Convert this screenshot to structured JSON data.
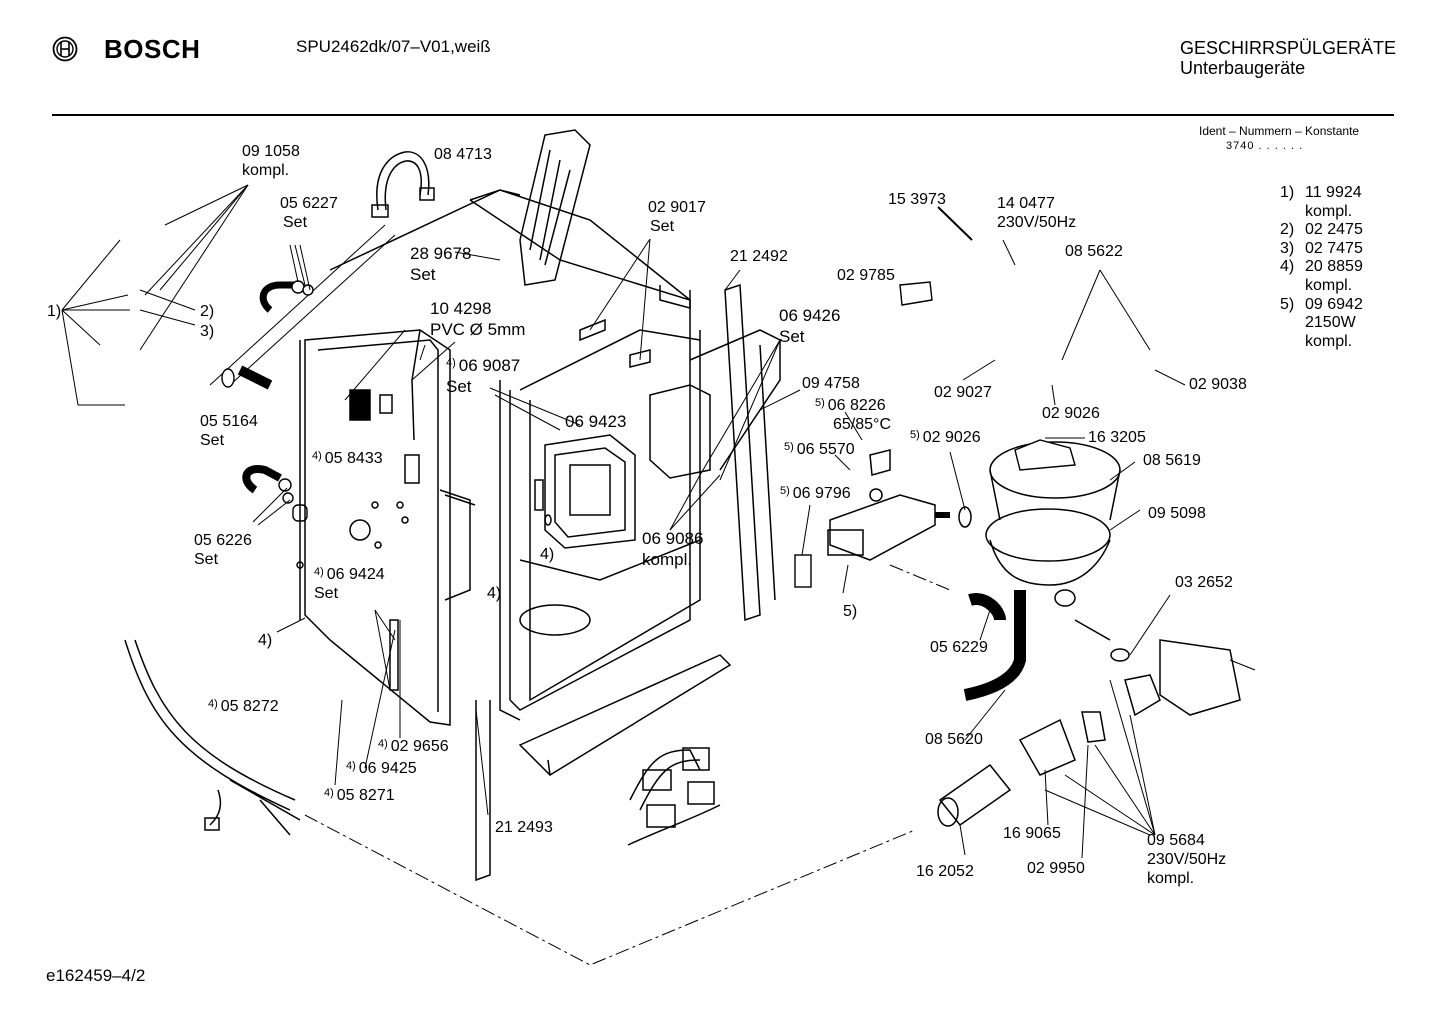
{
  "header": {
    "brand": "BOSCH",
    "model": "SPU2462dk/07–V01,weiß",
    "category_line1": "GESCHIRRSPÜLGERÄTE",
    "category_line2": "Unterbaugeräte",
    "ident_title": "Ident – Nummern – Konstante",
    "ident_constant": "3740 . .   . . . ."
  },
  "legend": [
    {
      "num": "1)",
      "text": "11 9924",
      "sub": "kompl."
    },
    {
      "num": "2)",
      "text": "02 2475",
      "sub": ""
    },
    {
      "num": "3)",
      "text": "02 7475",
      "sub": ""
    },
    {
      "num": "4)",
      "text": "20 8859",
      "sub": "kompl."
    },
    {
      "num": "5)",
      "text": "09 6942",
      "sub": "2150W",
      "sub2": "kompl."
    }
  ],
  "parts": {
    "p091058": "09 1058",
    "p091058_s": "kompl.",
    "p084713": "08 4713",
    "p056227": "05 6227",
    "p056227_s": "Set",
    "p289678": "28 9678",
    "p289678_s": "Set",
    "p104298": "10 4298",
    "p104298_s": "PVC Ø 5mm",
    "p069087": "06 9087",
    "p069087_s": "Set",
    "p055164": "05 5164",
    "p055164_s": "Set",
    "p058433": "05 8433",
    "p056226": "05 6226",
    "p056226_s": "Set",
    "p069424": "06 9424",
    "p069424_s": "Set",
    "p058272": "05 8272",
    "p029656": "02 9656",
    "p069425": "06 9425",
    "p058271": "05 8271",
    "p212493": "21 2493",
    "p029017": "02 9017",
    "p029017_s": "Set",
    "p212492": "21 2492",
    "p069426": "06 9426",
    "p069426_s": "Set",
    "p069423": "06 9423",
    "p069086": "06 9086",
    "p069086_s": "kompl.",
    "p094758": "09 4758",
    "p068226": "06 8226",
    "p068226_s": "65/85°C",
    "p065570": "06 5570",
    "p069796": "06 9796",
    "p153973": "15 3973",
    "p140477": "14 0477",
    "p140477_s": "230V/50Hz",
    "p029785": "02 9785",
    "p085622": "08 5622",
    "p029027": "02 9027",
    "p029038": "02 9038",
    "p029026a": "02 9026",
    "p029026b": "02 9026",
    "p163205": "16 3205",
    "p085619": "08 5619",
    "p095098": "09 5098",
    "p032652": "03 2652",
    "p056229": "05 6229",
    "p085620": "08 5620",
    "p169065": "16 9065",
    "p029950": "02 9950",
    "p162052": "16 2052",
    "p095684": "09 5684",
    "p095684_s": "230V/50Hz",
    "p095684_s2": "kompl."
  },
  "refs": {
    "r1": "1)",
    "r2": "2)",
    "r3": "3)",
    "r4": "4)",
    "r5": "5)",
    "r4a": "4)",
    "r4b": "4)",
    "r4c": "4)",
    "r5a": "5)",
    "r5b": "5)",
    "r5c": "5)",
    "r5d": "5)"
  },
  "footer": {
    "code": "e162459–4/2"
  }
}
